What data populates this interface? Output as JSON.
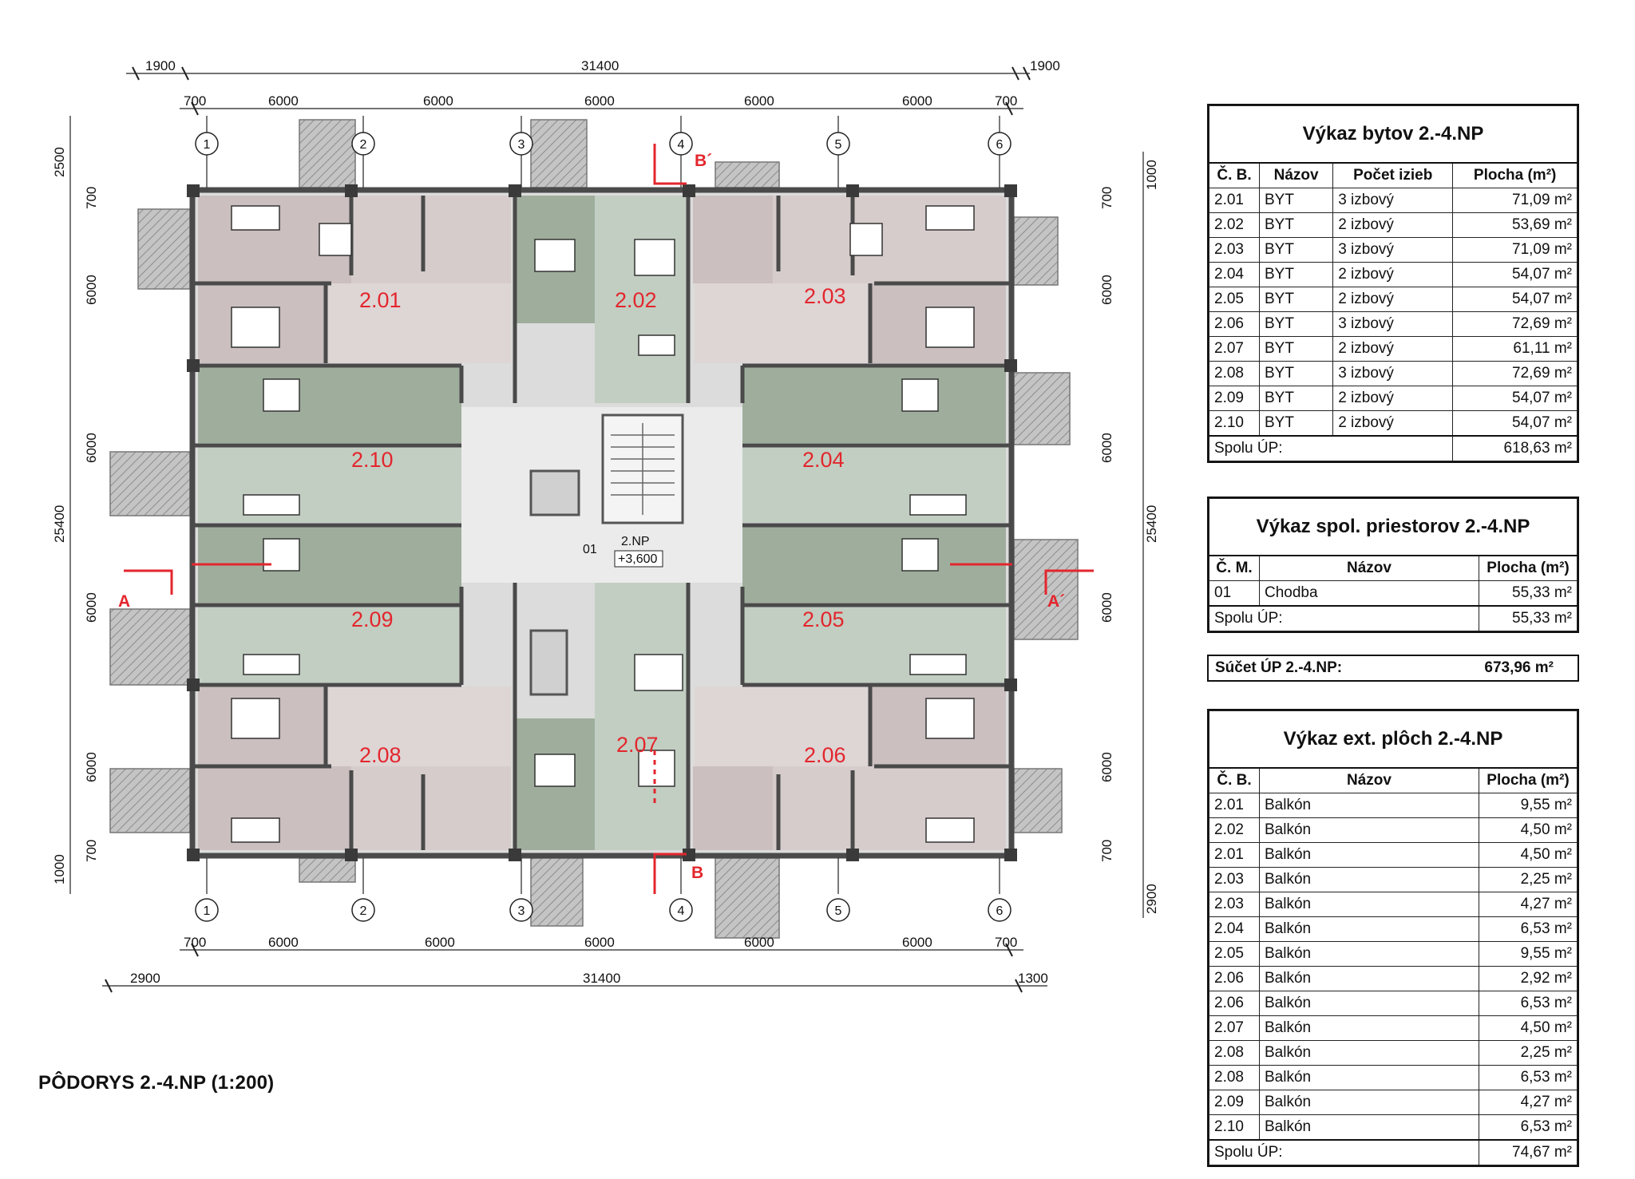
{
  "drawing_title": "PÔDORYS 2.-4.NP (1:200)",
  "dimensions": {
    "top_outer": [
      "1900",
      "31400",
      "1900"
    ],
    "top_inner": [
      "700",
      "6000",
      "6000",
      "6000",
      "6000",
      "6000",
      "700"
    ],
    "bottom_inner": [
      "700",
      "6000",
      "6000",
      "6000",
      "6000",
      "6000",
      "700"
    ],
    "bottom_outer": [
      "2900",
      "31400",
      "1300"
    ],
    "left": [
      "2500",
      "700",
      "6000",
      "6000",
      "25400",
      "6000",
      "6000",
      "700",
      "1000"
    ],
    "right": [
      "1000",
      "700",
      "6000",
      "6000",
      "25400",
      "6000",
      "6000",
      "700",
      "2900"
    ]
  },
  "axes": [
    "1",
    "2",
    "3",
    "4",
    "5",
    "6"
  ],
  "section_marks": [
    "A",
    "A´",
    "B",
    "B´"
  ],
  "apartments": [
    "2.01",
    "2.02",
    "2.03",
    "2.04",
    "2.05",
    "2.06",
    "2.07",
    "2.08",
    "2.09",
    "2.10"
  ],
  "core": {
    "room": "01",
    "floor": "2.NP",
    "level": "+3,600"
  },
  "colors": {
    "mauve": "#cbbfbf",
    "green": "#9fae9c",
    "light_green": "#c2cec2",
    "wall": "#4a4a4a",
    "red": "#e3262d",
    "balcony": "#b9b9b9"
  },
  "table_units": {
    "title": "Výkaz bytov 2.-4.NP",
    "headers": [
      "Č. B.",
      "Názov",
      "Počet izieb",
      "Plocha (m²)"
    ],
    "rows": [
      [
        "2.01",
        "BYT",
        "3 izbový",
        "71,09 m²"
      ],
      [
        "2.02",
        "BYT",
        "2 izbový",
        "53,69 m²"
      ],
      [
        "2.03",
        "BYT",
        "3 izbový",
        "71,09 m²"
      ],
      [
        "2.04",
        "BYT",
        "2 izbový",
        "54,07 m²"
      ],
      [
        "2.05",
        "BYT",
        "2 izbový",
        "54,07 m²"
      ],
      [
        "2.06",
        "BYT",
        "3 izbový",
        "72,69 m²"
      ],
      [
        "2.07",
        "BYT",
        "2 izbový",
        "61,11 m²"
      ],
      [
        "2.08",
        "BYT",
        "3 izbový",
        "72,69 m²"
      ],
      [
        "2.09",
        "BYT",
        "2 izbový",
        "54,07 m²"
      ],
      [
        "2.10",
        "BYT",
        "2 izbový",
        "54,07 m²"
      ]
    ],
    "sum_label": "Spolu ÚP:",
    "sum_value": "618,63 m²"
  },
  "table_common": {
    "title": "Výkaz spol. priestorov 2.-4.NP",
    "headers": [
      "Č. M.",
      "Názov",
      "Plocha (m²)"
    ],
    "rows": [
      [
        "01",
        "Chodba",
        "55,33 m²"
      ]
    ],
    "sum_label": "Spolu ÚP:",
    "sum_value": "55,33 m²"
  },
  "total": {
    "label": "Súčet ÚP 2.-4.NP:",
    "value": "673,96 m²"
  },
  "table_ext": {
    "title": "Výkaz ext. plôch 2.-4.NP",
    "headers": [
      "Č. B.",
      "Názov",
      "Plocha (m²)"
    ],
    "rows": [
      [
        "2.01",
        "Balkón",
        "9,55 m²"
      ],
      [
        "2.02",
        "Balkón",
        "4,50 m²"
      ],
      [
        "2.01",
        "Balkón",
        "4,50 m²"
      ],
      [
        "2.03",
        "Balkón",
        "2,25 m²"
      ],
      [
        "2.03",
        "Balkón",
        "4,27 m²"
      ],
      [
        "2.04",
        "Balkón",
        "6,53 m²"
      ],
      [
        "2.05",
        "Balkón",
        "9,55 m²"
      ],
      [
        "2.06",
        "Balkón",
        "2,92 m²"
      ],
      [
        "2.06",
        "Balkón",
        "6,53 m²"
      ],
      [
        "2.07",
        "Balkón",
        "4,50 m²"
      ],
      [
        "2.08",
        "Balkón",
        "2,25 m²"
      ],
      [
        "2.08",
        "Balkón",
        "6,53 m²"
      ],
      [
        "2.09",
        "Balkón",
        "4,27 m²"
      ],
      [
        "2.10",
        "Balkón",
        "6,53 m²"
      ]
    ],
    "sum_label": "Spolu ÚP:",
    "sum_value": "74,67 m²"
  }
}
